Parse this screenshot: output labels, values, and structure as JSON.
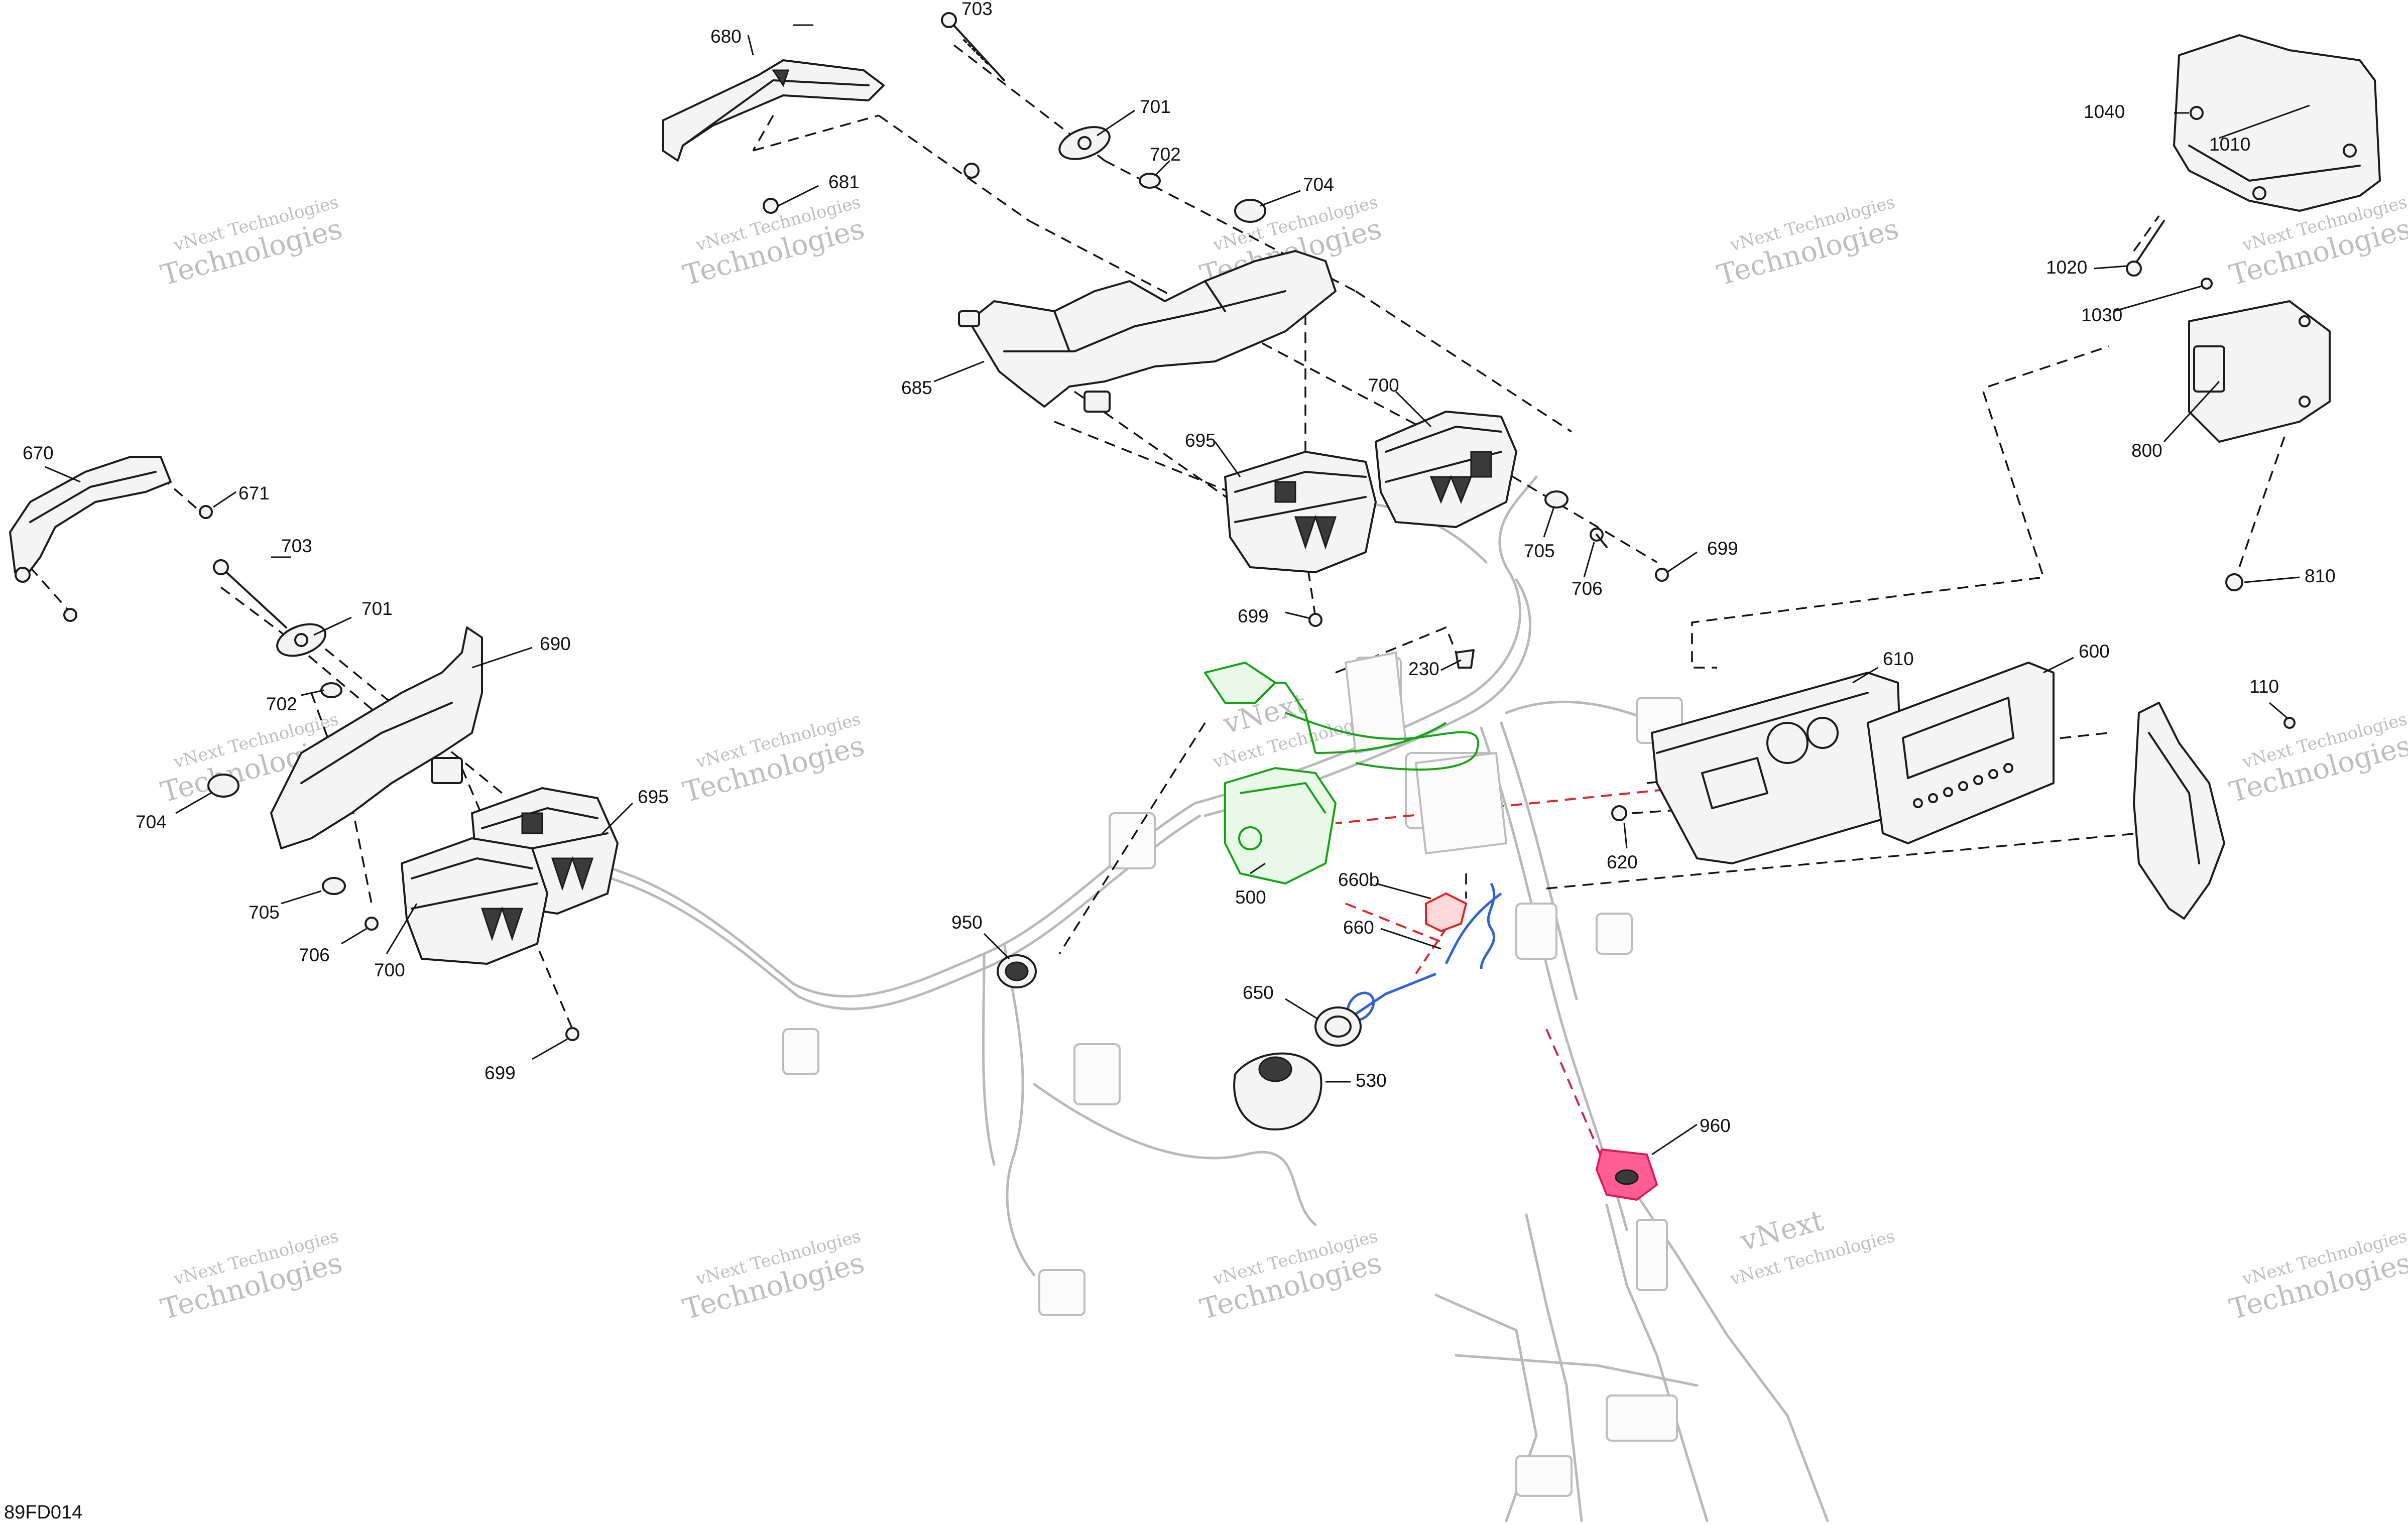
{
  "diagram": {
    "code": "89FD014",
    "watermark": {
      "line1": "vNext Technologies",
      "line2": "vNext",
      "line3": "Technologies"
    },
    "callouts": [
      {
        "id": "c703a",
        "label": "703"
      },
      {
        "id": "c680",
        "label": "680"
      },
      {
        "id": "c701a",
        "label": "701"
      },
      {
        "id": "c702a",
        "label": "702"
      },
      {
        "id": "c681",
        "label": "681"
      },
      {
        "id": "c704a",
        "label": "704"
      },
      {
        "id": "c685",
        "label": "685"
      },
      {
        "id": "c700a",
        "label": "700"
      },
      {
        "id": "c695a",
        "label": "695"
      },
      {
        "id": "c705a",
        "label": "705"
      },
      {
        "id": "c706a",
        "label": "706"
      },
      {
        "id": "c699a",
        "label": "699"
      },
      {
        "id": "c699b",
        "label": "699"
      },
      {
        "id": "c670",
        "label": "670"
      },
      {
        "id": "c671",
        "label": "671"
      },
      {
        "id": "c703b",
        "label": "703"
      },
      {
        "id": "c701b",
        "label": "701"
      },
      {
        "id": "c690",
        "label": "690"
      },
      {
        "id": "c702b",
        "label": "702"
      },
      {
        "id": "c704b",
        "label": "704"
      },
      {
        "id": "c695b",
        "label": "695"
      },
      {
        "id": "c705b",
        "label": "705"
      },
      {
        "id": "c706b",
        "label": "706"
      },
      {
        "id": "c700b",
        "label": "700"
      },
      {
        "id": "c699c",
        "label": "699"
      },
      {
        "id": "c230",
        "label": "230"
      },
      {
        "id": "c500",
        "label": "500"
      },
      {
        "id": "c950",
        "label": "950"
      },
      {
        "id": "c660b",
        "label": "660b"
      },
      {
        "id": "c660",
        "label": "660"
      },
      {
        "id": "c650",
        "label": "650"
      },
      {
        "id": "c530",
        "label": "530"
      },
      {
        "id": "c960",
        "label": "960"
      },
      {
        "id": "c610",
        "label": "610"
      },
      {
        "id": "c600",
        "label": "600"
      },
      {
        "id": "c620",
        "label": "620"
      },
      {
        "id": "c110",
        "label": "110"
      },
      {
        "id": "c1040",
        "label": "1040"
      },
      {
        "id": "c1010",
        "label": "1010"
      },
      {
        "id": "c1020",
        "label": "1020"
      },
      {
        "id": "c1030",
        "label": "1030"
      },
      {
        "id": "c800",
        "label": "800"
      },
      {
        "id": "c810",
        "label": "810"
      }
    ]
  },
  "colors": {
    "highlight_500": "#13a313",
    "highlight_660b": "#e52222",
    "highlight_660": "#2f61d8",
    "highlight_960": "#ff5d93"
  }
}
